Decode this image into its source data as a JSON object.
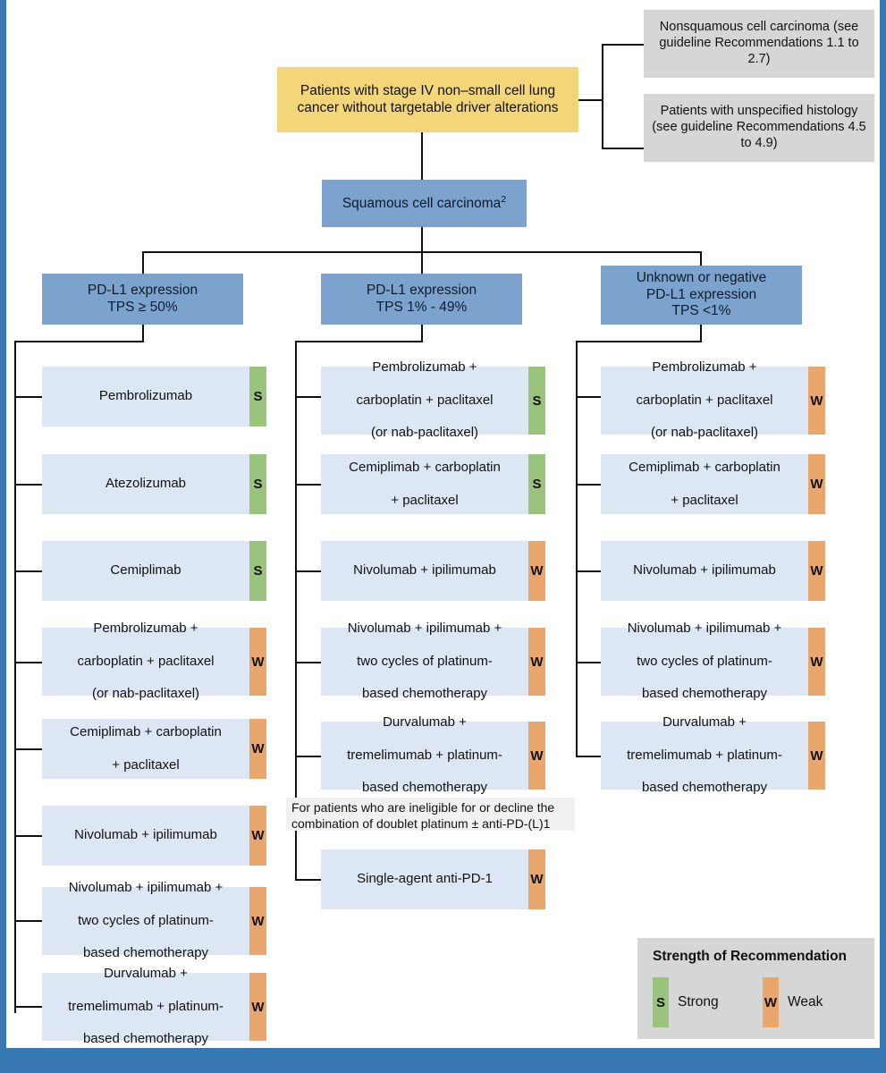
{
  "figure": {
    "title": "Treatment algorithm for stage IV squamous cell carcinoma NSCLC",
    "colors": {
      "frame_blue": "#3778b3",
      "root_yellow": "#f2d679",
      "decision_blue": "#7ba3ce",
      "treatment_light_blue": "#dde7f4",
      "reference_gray": "#d6d6d6",
      "strong_green": "#9ac47e",
      "weak_orange": "#eaa76d",
      "connector_black": "#111111"
    }
  },
  "root": {
    "label": "Patients with stage IV non–small cell lung cancer without targetable driver alterations"
  },
  "side_references": [
    {
      "label": "Nonsquamous cell carcinoma (see guideline Recommendations 1.1 to 2.7)"
    },
    {
      "label": "Patients with unspecified histology (see guideline Recommendations 4.5 to 4.9)"
    }
  ],
  "histology": {
    "label": "Squamous cell carcinoma",
    "footnote": "2"
  },
  "branches": [
    {
      "id": "tps-50-plus",
      "header_lines": [
        "PD-L1 expression",
        "TPS ≥ 50%"
      ],
      "treatments": [
        {
          "lines": [
            "Pembrolizumab"
          ],
          "strength": "S"
        },
        {
          "lines": [
            "Atezolizumab"
          ],
          "strength": "S"
        },
        {
          "lines": [
            "Cemiplimab"
          ],
          "strength": "S"
        },
        {
          "lines": [
            "Pembrolizumab +",
            "carboplatin + paclitaxel",
            "(or nab-paclitaxel)"
          ],
          "strength": "W"
        },
        {
          "lines": [
            "Cemiplimab + carboplatin",
            "+ paclitaxel"
          ],
          "strength": "W"
        },
        {
          "lines": [
            "Nivolumab + ipilimumab"
          ],
          "strength": "W"
        },
        {
          "lines": [
            "Nivolumab + ipilimumab +",
            "two cycles of platinum-",
            "based chemotherapy"
          ],
          "strength": "W"
        },
        {
          "lines": [
            "Durvalumab +",
            "tremelimumab + platinum-",
            "based chemotherapy"
          ],
          "strength": "W"
        }
      ]
    },
    {
      "id": "tps-1-49",
      "header_lines": [
        "PD-L1 expression",
        "TPS 1% - 49%"
      ],
      "treatments": [
        {
          "lines": [
            "Pembrolizumab +",
            "carboplatin + paclitaxel",
            "(or nab-paclitaxel)"
          ],
          "strength": "S"
        },
        {
          "lines": [
            "Cemiplimab + carboplatin",
            "+ paclitaxel"
          ],
          "strength": "S"
        },
        {
          "lines": [
            "Nivolumab + ipilimumab"
          ],
          "strength": "W"
        },
        {
          "lines": [
            "Nivolumab + ipilimumab +",
            "two cycles of platinum-",
            "based chemotherapy"
          ],
          "strength": "W"
        },
        {
          "lines": [
            "Durvalumab +",
            "tremelimumab + platinum-",
            "based chemotherapy"
          ],
          "strength": "W"
        }
      ],
      "note": "For patients who are ineligible for or decline the combination of doublet platinum ± anti-PD-(L)1",
      "post_note_treatments": [
        {
          "lines": [
            "Single-agent anti-PD-1"
          ],
          "strength": "W"
        }
      ]
    },
    {
      "id": "tps-unknown-negative",
      "header_lines": [
        "Unknown or negative",
        "PD-L1 expression",
        "TPS <1%"
      ],
      "treatments": [
        {
          "lines": [
            "Pembrolizumab +",
            "carboplatin + paclitaxel",
            "(or nab-paclitaxel)"
          ],
          "strength": "W"
        },
        {
          "lines": [
            "Cemiplimab + carboplatin",
            "+ paclitaxel"
          ],
          "strength": "W"
        },
        {
          "lines": [
            "Nivolumab + ipilimumab"
          ],
          "strength": "W"
        },
        {
          "lines": [
            "Nivolumab + ipilimumab +",
            "two cycles of platinum-",
            "based chemotherapy"
          ],
          "strength": "W"
        },
        {
          "lines": [
            "Durvalumab +",
            "tremelimumab + platinum-",
            "based chemotherapy"
          ],
          "strength": "W"
        }
      ]
    }
  ],
  "legend": {
    "title": "Strength of Recommendation",
    "items": [
      {
        "code": "S",
        "label": "Strong"
      },
      {
        "code": "W",
        "label": "Weak"
      }
    ]
  }
}
